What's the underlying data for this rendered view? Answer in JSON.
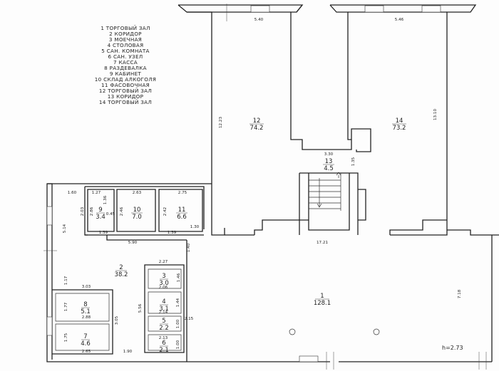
{
  "legend": [
    "1 ТОРГОВЫЙ ЗАЛ",
    "2 КОРИДОР",
    "3 МОЕЧНАЯ",
    "4 СТОЛОВАЯ",
    "5 САН. КОМНАТА",
    "6 САН. УЗЕЛ",
    "7 КАССА",
    "8 РАЗДЕВАЛКА",
    "9 КАБИНЕТ",
    "10 СКЛАД АЛКОГОЛЯ",
    "11 ФАСОВОЧНАЯ",
    "12 ТОРГОВЫЙ ЗАЛ",
    "13 КОРИДОР",
    "14 ТОРГОВЫЙ ЗАЛ"
  ],
  "rooms": [
    {
      "id": "1",
      "number": "1",
      "area": "128.1"
    },
    {
      "id": "2",
      "number": "2",
      "area": "38.2"
    },
    {
      "id": "3",
      "number": "3",
      "area": "3.0"
    },
    {
      "id": "4",
      "number": "4",
      "area": "3.1"
    },
    {
      "id": "5",
      "number": "5",
      "area": "2.2"
    },
    {
      "id": "6",
      "number": "6",
      "area": "2.1"
    },
    {
      "id": "7",
      "number": "7",
      "area": "4.6"
    },
    {
      "id": "8",
      "number": "8",
      "area": "5.1"
    },
    {
      "id": "9",
      "number": "9",
      "area": "3.4"
    },
    {
      "id": "10",
      "number": "10",
      "area": "7.0"
    },
    {
      "id": "11",
      "number": "11",
      "area": "6.6"
    },
    {
      "id": "12",
      "number": "12",
      "area": "74.2"
    },
    {
      "id": "13",
      "number": "13",
      "area": "4.5"
    },
    {
      "id": "14",
      "number": "14",
      "area": "73.2"
    }
  ],
  "dimensions": {
    "d_540": "5.40",
    "d_546": "5.46",
    "d_1223": "12.23",
    "d_1310": "13.10",
    "d_330": "3.30",
    "d_135": "1.35",
    "d_160": "1.60",
    "d_127": "1.27",
    "d_263": "2.63",
    "d_275": "2.75",
    "d_136": "1.36",
    "d_203": "2.03",
    "d_286": "2.86",
    "d_045": "0.45",
    "d_246": "2.46",
    "d_242": "2.42",
    "d_514": "5.14",
    "d_139": "1.39",
    "d_139b": "1.39",
    "d_130": "1.30",
    "d_590": "5.90",
    "d_1721": "17.21",
    "d_140": "1.40",
    "d_227": "2.27",
    "d_146": "1.46",
    "d_206": "2.06",
    "d_117": "1.17",
    "d_303": "3.03",
    "d_177": "1.77",
    "d_288": "2.88",
    "d_305": "3.05",
    "d_144": "1.44",
    "d_214": "2.14",
    "d_556": "5.56",
    "d_215": "2.15",
    "d_100a": "1.00",
    "d_213": "2.13",
    "d_100b": "1.00",
    "d_175": "1.75",
    "d_265": "2.65",
    "d_190": "1.90",
    "d_718": "7.18"
  },
  "height_mark": "h=2.73"
}
